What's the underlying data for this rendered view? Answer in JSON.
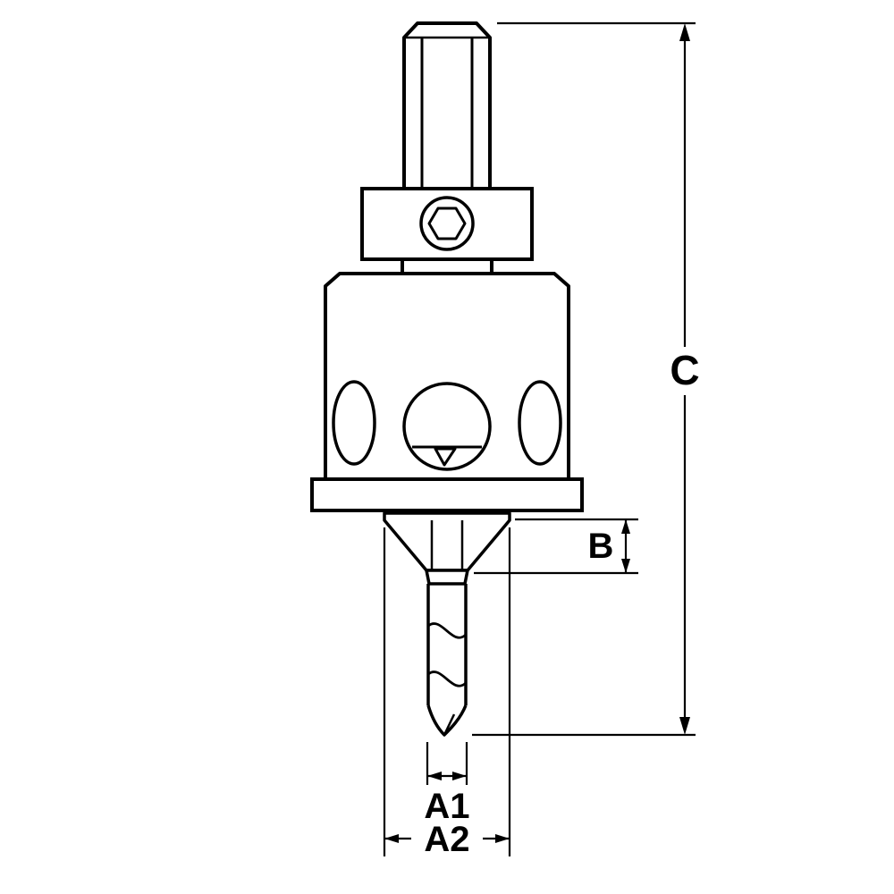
{
  "labels": {
    "c": "C",
    "b": "B",
    "a1": "A1",
    "a2": "A2"
  },
  "colors": {
    "line": "#000000",
    "background": "#ffffff"
  }
}
